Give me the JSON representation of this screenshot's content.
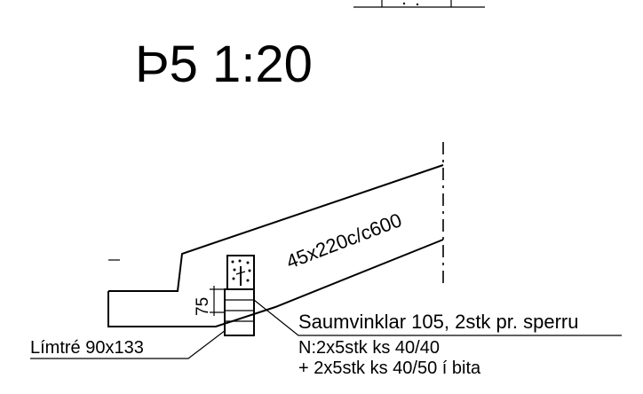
{
  "drawing": {
    "title": "Þ5 1:20",
    "rafter_label": "45x220c/c600",
    "dimension_label": "75",
    "glulam_label": "Límtré 90x133",
    "connector_line1": "Saumvinklar 105, 2stk pr. sperru",
    "connector_line2": "N:2x5stk ks 40/40",
    "connector_line3": "+ 2x5stk ks 40/50 í bita"
  }
}
